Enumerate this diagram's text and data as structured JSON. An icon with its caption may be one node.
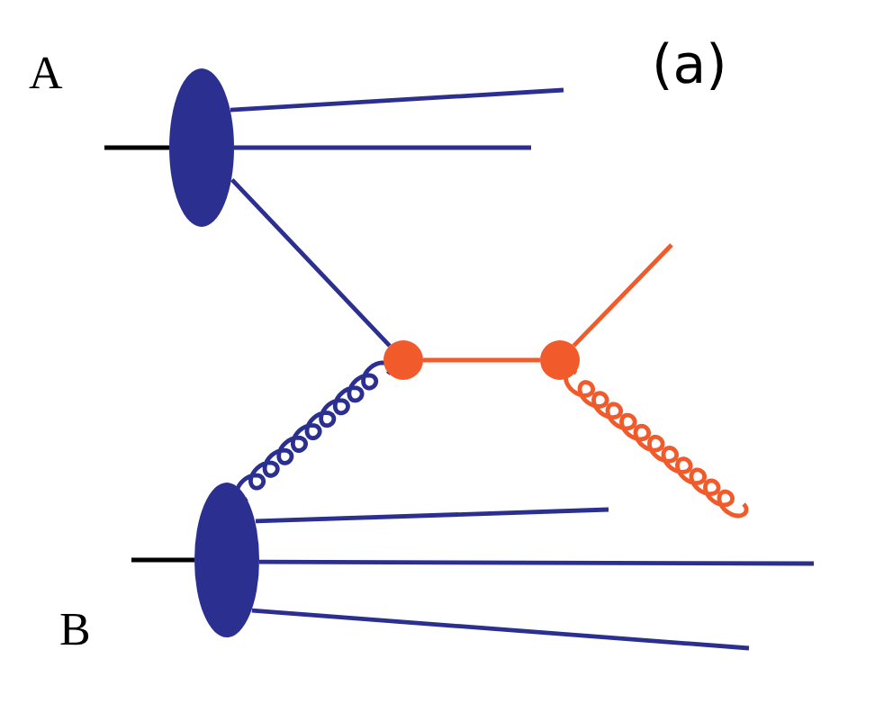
{
  "diagram": {
    "nodes": [
      {
        "text": [],
        "shape": "ellipse"
      },
      {
        "text": [],
        "shape": "ellipse"
      },
      {
        "text": [],
        "shape": "circle"
      },
      {
        "text": [],
        "shape": "circle"
      }
    ],
    "edges": [
      {
        "from": null,
        "to": 0,
        "arrow": "none",
        "color": "#000000"
      },
      {
        "from": 0,
        "to": null,
        "arrow": "none"
      },
      {
        "from": 0,
        "to": null,
        "arrow": "none"
      },
      {
        "from": 0,
        "to": 2,
        "arrow": "none"
      },
      {
        "from": null,
        "to": 1,
        "arrow": "none",
        "color": "#000000"
      },
      {
        "from": 1,
        "to": 2,
        "arrow": "none"
      },
      {
        "from": 1,
        "to": null,
        "arrow": "none"
      },
      {
        "from": 1,
        "to": null,
        "arrow": "none"
      },
      {
        "from": 1,
        "to": null,
        "arrow": "none"
      },
      {
        "from": 2,
        "to": 3,
        "arrow": "none",
        "color": "#f15a2b"
      },
      {
        "from": 3,
        "to": null,
        "arrow": "none",
        "color": "#f15a2b"
      },
      {
        "from": 3,
        "to": null,
        "arrow": "none",
        "color": "#f15a2b"
      }
    ],
    "labels": [
      "(a)",
      "A",
      "B"
    ]
  }
}
